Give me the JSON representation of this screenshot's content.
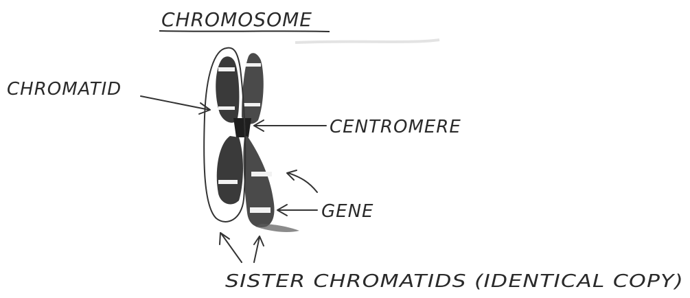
{
  "diagram": {
    "title": "CHROMOSOME",
    "labels": {
      "chromatid": "CHROMATID",
      "centromere": "CENTROMERE",
      "gene": "GENE",
      "sister_chromatids": "SISTER CHROMATIDS (IDENTICAL COPY)"
    }
  },
  "colors": {
    "ink": "#2a2a2a",
    "chromosome_dark": "#3a3a3a",
    "chromosome_mid": "#6e6e6e",
    "band_light": "#f2f2f2",
    "paper": "#ffffff"
  }
}
